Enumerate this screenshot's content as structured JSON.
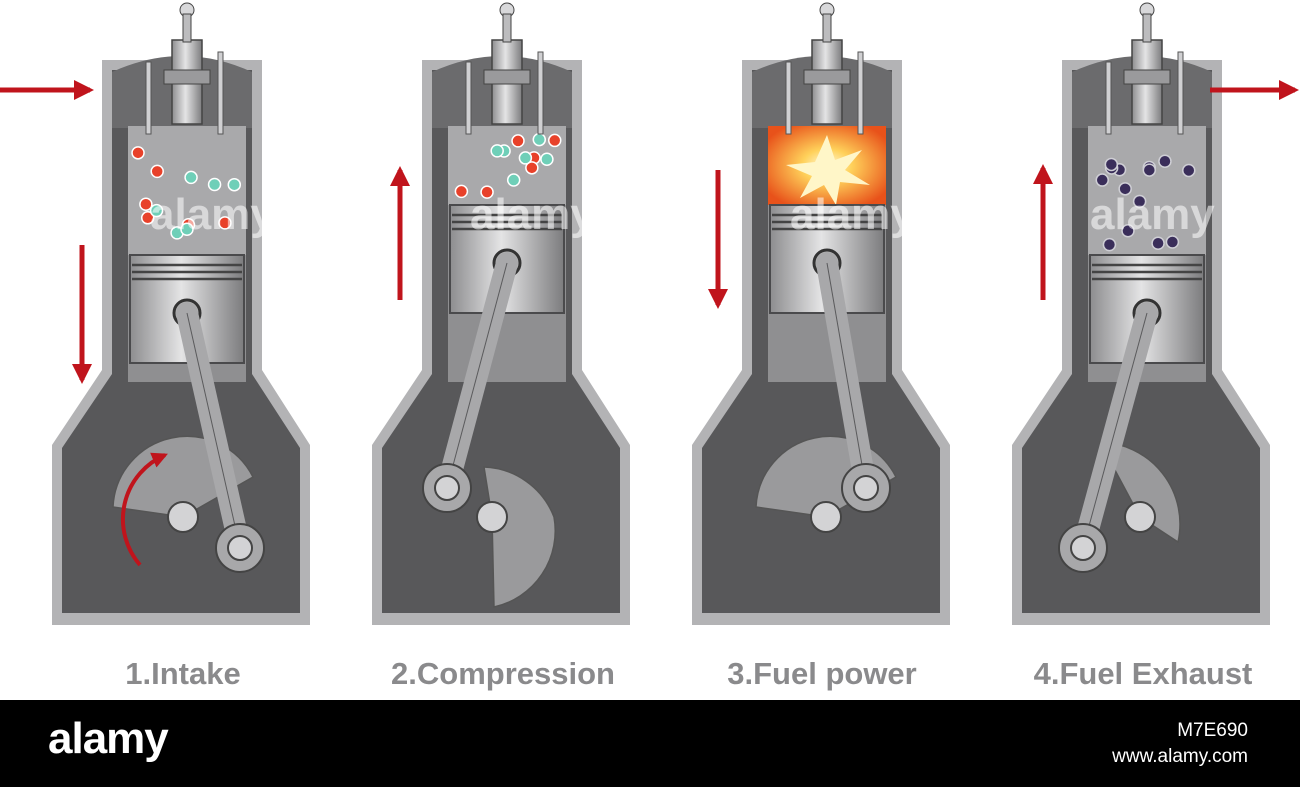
{
  "strokes": [
    {
      "label": "1.Intake"
    },
    {
      "label": "2.Compression"
    },
    {
      "label": "3.Fuel power"
    },
    {
      "label": "4.Fuel Exhaust"
    }
  ],
  "watermark": {
    "brand": "alamy",
    "image_id": "M7E690",
    "url": "www.alamy.com",
    "overlay_texts": [
      "alamy",
      "alamy",
      "alamy",
      "alamy"
    ]
  },
  "colors": {
    "arrow": "#c0141c",
    "cylinder_dark": "#58585a",
    "cylinder_light": "#b3b3b5",
    "fuel_red": "#e8412a",
    "fuel_teal": "#6fcfb8",
    "exhaust": "#3a2e5a",
    "combustion": "#f5a623"
  }
}
